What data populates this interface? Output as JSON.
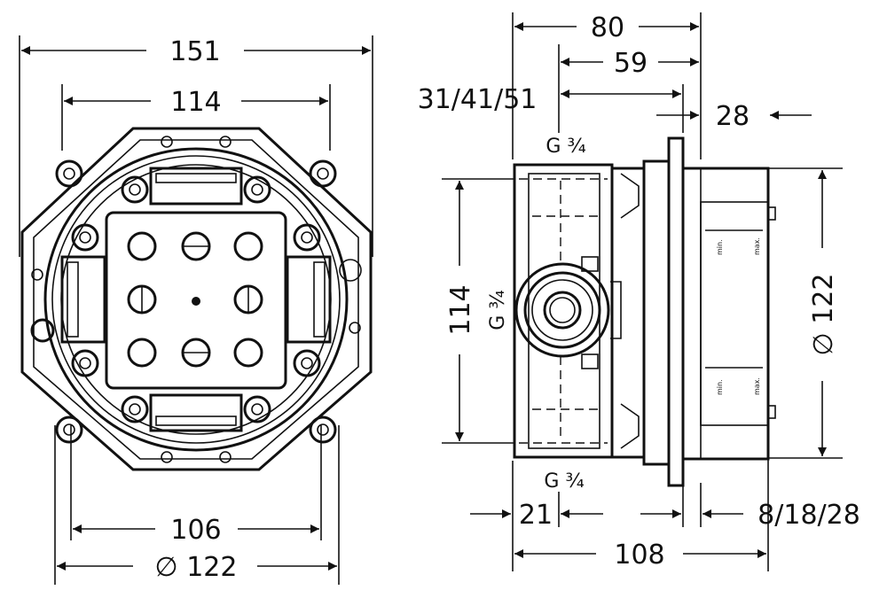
{
  "title": "Installation dimension drawing",
  "left_view": {
    "dim_overall_width": "151",
    "dim_inner_width": "114",
    "dim_bottom_width": "106",
    "dim_diameter": "∅ 122"
  },
  "side_view": {
    "dim_total_depth": "80",
    "dim_depth_59": "59",
    "dim_depth_options": "31/41/51",
    "dim_28": "28",
    "dim_height_114": "114",
    "dim_diameter_122": "∅ 122",
    "dim_21": "21",
    "dim_wall_options": "8/18/28",
    "dim_108": "108",
    "thread_top": "G ¾",
    "thread_side": "G ¾",
    "thread_bottom": "G ¾",
    "mark_min_1": "min.",
    "mark_max_1": "max.",
    "mark_min_2": "min.",
    "mark_max_2": "max."
  }
}
